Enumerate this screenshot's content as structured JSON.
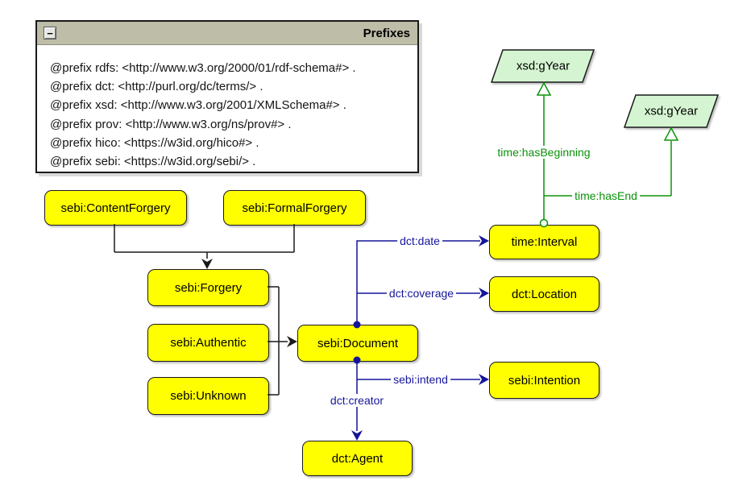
{
  "window": {
    "title": "Prefixes",
    "minimize_glyph": "−",
    "prefix_lines": [
      "@prefix rdfs: <http://www.w3.org/2000/01/rdf-schema#> .",
      "@prefix dct: <http://purl.org/dc/terms/> .",
      "@prefix xsd: <http://www.w3.org/2001/XMLSchema#> .",
      "@prefix prov: <http://www.w3.org/ns/prov#> .",
      "@prefix hico: <https://w3id.org/hico#> .",
      "@prefix sebi: <https://w3id.org/sebi/> ."
    ]
  },
  "nodes": {
    "content_forgery": "sebi:ContentForgery",
    "formal_forgery": "sebi:FormalForgery",
    "forgery": "sebi:Forgery",
    "authentic": "sebi:Authentic",
    "unknown": "sebi:Unknown",
    "document": "sebi:Document",
    "time_interval": "time:Interval",
    "location": "dct:Location",
    "intention": "sebi:Intention",
    "agent": "dct:Agent"
  },
  "datatypes": {
    "gyear_beginning": "xsd:gYear",
    "gyear_end": "xsd:gYear"
  },
  "edge_labels": {
    "dct_date": "dct:date",
    "dct_coverage": "dct:coverage",
    "sebi_intend": "sebi:intend",
    "dct_creator": "dct:creator",
    "time_has_beginning": "time:hasBeginning",
    "time_has_end": "time:hasEnd"
  },
  "colors": {
    "canvas-bg": "#FFFFFF",
    "node-fill": "#FFFF00",
    "node-border": "#1A1A1A",
    "datatype-fill": "#D5F5D2",
    "edge-black": "#1A1A1A",
    "edge-navy": "#15159B",
    "edge-green": "#0A9309",
    "header-bg": "#BDBDA8"
  }
}
